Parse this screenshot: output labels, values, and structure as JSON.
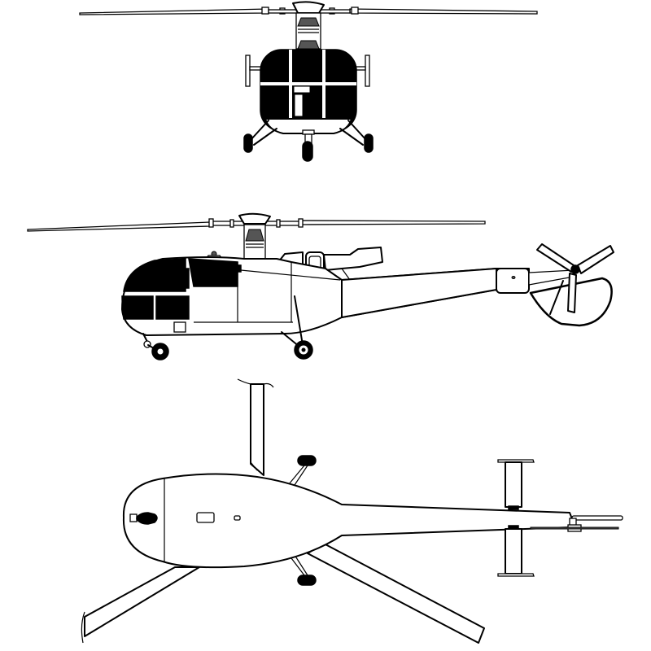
{
  "figure": {
    "subject": "helicopter three-view line drawing",
    "views": [
      {
        "id": "front",
        "label": "Front view"
      },
      {
        "id": "side",
        "label": "Side view"
      },
      {
        "id": "top",
        "label": "Top view"
      }
    ],
    "colors": {
      "background": "#ffffff",
      "line": "#000000",
      "window_fill": "#000000"
    }
  }
}
